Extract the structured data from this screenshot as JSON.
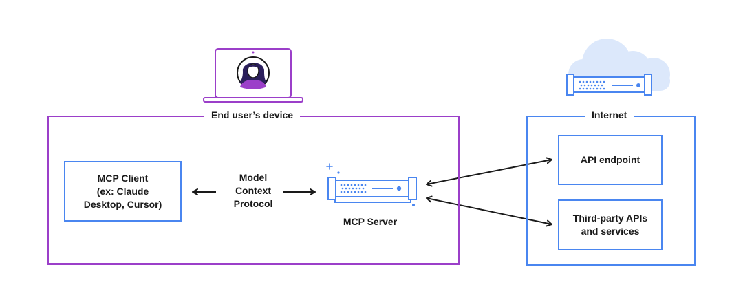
{
  "device": {
    "label": "End user’s device"
  },
  "internet": {
    "label": "Internet"
  },
  "client": {
    "label": "MCP Client\n(ex: Claude\nDesktop, Cursor)"
  },
  "protocol": {
    "label": "Model\nContext\nProtocol"
  },
  "server": {
    "label": "MCP Server"
  },
  "api": {
    "label": "API endpoint"
  },
  "thirdparty": {
    "label": "Third-party APIs\nand services"
  },
  "colors": {
    "purple": "#9b3fc9",
    "blue": "#4a86f0",
    "cloud": "#dce8fb",
    "ink": "#1a1a1a"
  },
  "icons": [
    "laptop-icon",
    "user-avatar-icon",
    "cloud-icon",
    "server-icon",
    "sparkle-icon"
  ]
}
